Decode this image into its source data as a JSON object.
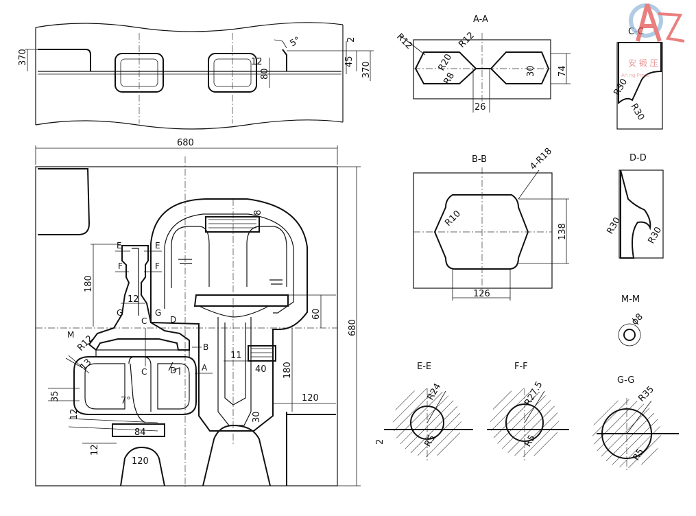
{
  "sections": {
    "aa": "A-A",
    "bb": "B-B",
    "cc": "C-C",
    "dd": "D-D",
    "mm": "M-M",
    "ee": "E-E",
    "ff": "F-F",
    "gg": "G-G"
  },
  "top_view": {
    "dim_370_left": "370",
    "dim_2": "2",
    "dim_45": "45",
    "dim_370_right": "370",
    "dim_80": "80",
    "dim_12": "12",
    "angle": "5°"
  },
  "plan_view": {
    "dim_680_width": "680",
    "dim_680_height": "680",
    "dim_180_left": "180",
    "dim_12": "12",
    "dim_8": "8",
    "dim_60": "60",
    "dim_11": "11",
    "dim_40": "40",
    "dim_180_right": "180",
    "dim_120": "120",
    "dim_30": "30",
    "dim_35": "35",
    "dim_12_a": "12",
    "dim_12_b": "12",
    "dim_13": "13",
    "dim_r12": "R12",
    "dim_84": "84",
    "dim_120_bottom": "120",
    "dim_7": "7°"
  },
  "labels": {
    "e_left": "E",
    "e_right": "E",
    "f_left": "F",
    "f_right": "F",
    "g_left": "G",
    "g_right": "G",
    "c_top": "C",
    "c_bottom": "C",
    "d_top": "D",
    "d_bottom": "D",
    "m": "M",
    "b": "B",
    "a": "A"
  },
  "aa_view": {
    "r12_left": "R12",
    "r12_right": "R12",
    "r20": "R20",
    "r8": "R8",
    "d30": "30",
    "d74": "74",
    "d26": "26"
  },
  "cc_view": {
    "r30_a": "R30",
    "r30_b": "R30"
  },
  "bb_view": {
    "r18": "4-R18",
    "r10": "R10",
    "d138": "138",
    "d126": "126"
  },
  "dd_view": {
    "r30_a": "R30",
    "r30_b": "R30"
  },
  "mm_view": {
    "d8": "ϕ8"
  },
  "ee_view": {
    "r24": "R24",
    "r5": "R5",
    "d2": "2"
  },
  "ff_view": {
    "r275": "R27.5",
    "r5": "R5"
  },
  "gg_view": {
    "r35": "R35",
    "r5": "R5"
  },
  "logo": {
    "text": "安   锻  压",
    "sub": "An        ng Press"
  }
}
